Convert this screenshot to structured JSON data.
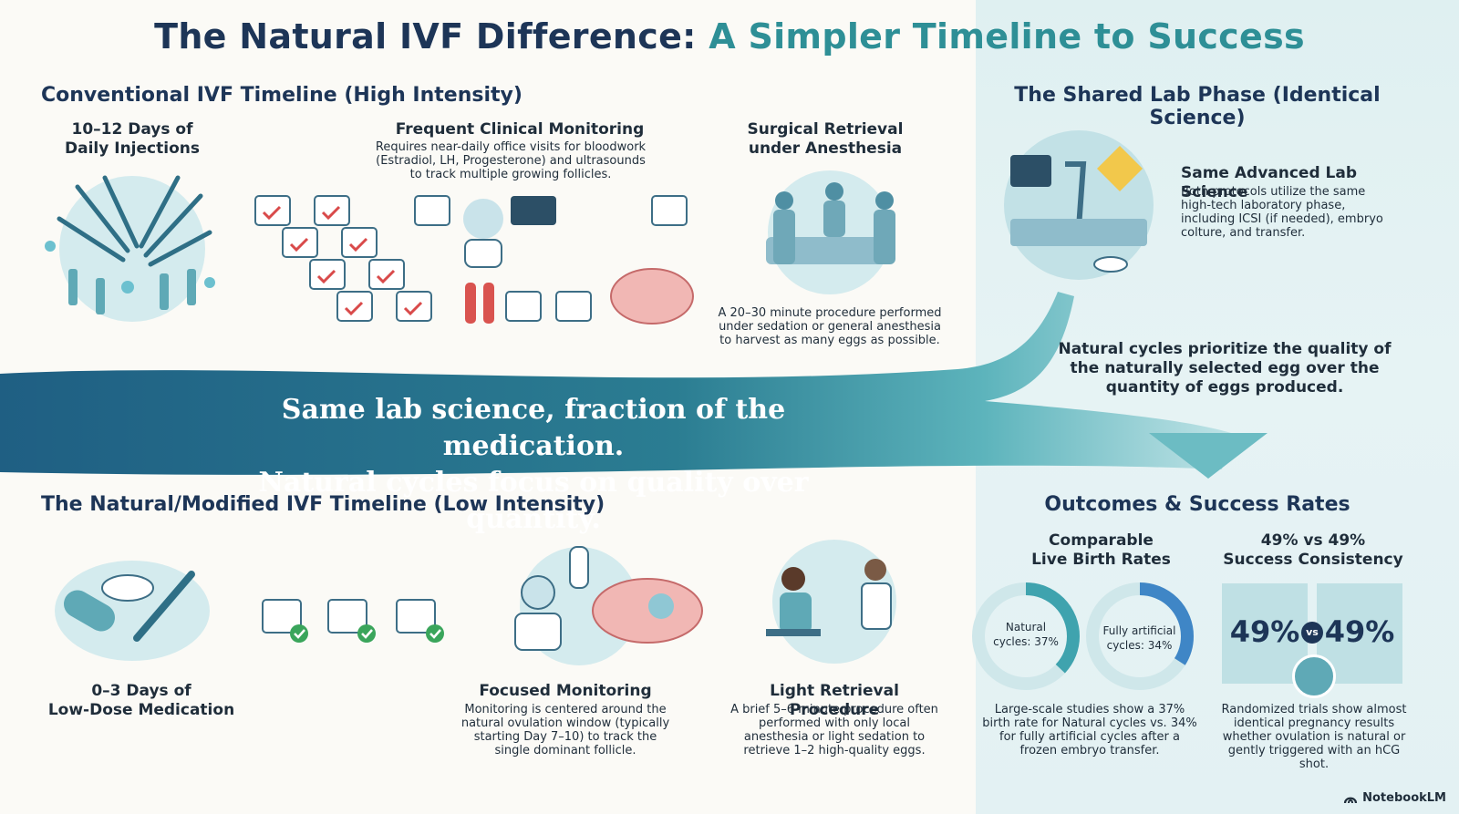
{
  "title": {
    "part1": "The Natural IVF Difference:",
    "part2": "A Simpler Timeline to Success"
  },
  "conventional": {
    "heading": "Conventional IVF Timeline (High Intensity)",
    "injections": {
      "title": "10–12 Days of\nDaily Injections"
    },
    "monitoring": {
      "title": "Frequent Clinical Monitoring",
      "body": "Requires near-daily office visits for bloodwork (Estradiol, LH, Progesterone) and ultrasounds to track multiple growing follicles."
    },
    "retrieval": {
      "title": "Surgical Retrieval\nunder Anesthesia",
      "body": "A 20–30 minute procedure performed under sedation or general anesthesia to harvest as many eggs as possible."
    }
  },
  "shared": {
    "heading": "The Shared Lab Phase (Identical Science)",
    "title": "Same Advanced Lab Science",
    "body": "Both protocols utilize the same high-tech laboratory phase, including ICSI (if needed), embryo colture, and transfer.",
    "note": "Natural cycles prioritize the quality of the naturally selected egg over the quantity of eggs produced."
  },
  "banner": {
    "line1": "Same lab science, fraction of the medication.",
    "line2": "Natural cycles focus on quality over quantity."
  },
  "natural": {
    "heading": "The Natural/Modified IVF Timeline (Low Intensity)",
    "medication": {
      "title": "0–3 Days of\nLow-Dose Medication"
    },
    "monitoring": {
      "title": "Focused Monitoring",
      "body": "Monitoring is centered around the natural ovulation window (typically starting Day 7–10) to track the single dominant follicle."
    },
    "retrieval": {
      "title": "Light Retrieval Procedure",
      "body": "A brief 5–6 minute procedure often performed with only local anesthesia or light sedation to retrieve 1–2 high-quality eggs."
    }
  },
  "outcomes": {
    "heading": "Outcomes & Success Rates",
    "birth": {
      "title": "Comparable\nLive Birth Rates",
      "natural_label": "Natural\ncycles: 37%",
      "artificial_label": "Fully artificial\ncycles: 34%",
      "body": "Large-scale studies show a 37% birth rate for Natural cycles vs. 34% for fully artificial cycles after a frozen embryo transfer."
    },
    "consistency": {
      "title": "49% vs 49%\nSuccess Consistency",
      "left": "49%",
      "vs": "vs",
      "right": "49%",
      "body": "Randomized trials show almost identical pregnancy results whether ovulation is natural or gently triggered with an hCG shot."
    }
  },
  "chart_data": [
    {
      "type": "pie",
      "categories": [
        "Natural cycles"
      ],
      "values": [
        37
      ]
    },
    {
      "type": "pie",
      "categories": [
        "Fully artificial cycles"
      ],
      "values": [
        34
      ]
    }
  ],
  "watermark": "NotebookLM",
  "colors": {
    "navy": "#1d3557",
    "teal": "#2e8f96",
    "banner": "#236c86",
    "panel": "#dff0f1",
    "check_red": "#d94a4a",
    "check_green": "#3aa55b"
  }
}
